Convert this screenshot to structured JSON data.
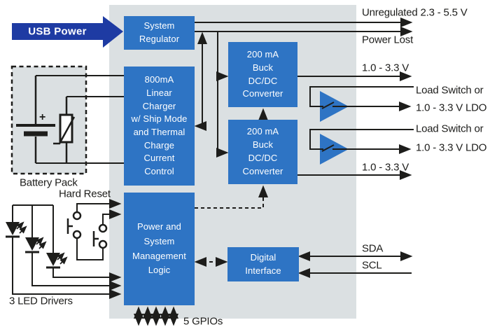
{
  "colors": {
    "block_blue": "#2e74c4",
    "usb_arrow_navy": "#1e3ba3",
    "panel_gray": "#dbe0e2",
    "line_black": "#1d1d1b"
  },
  "blocks": {
    "system_regulator": "System\nRegulator",
    "charger": "800mA\nLinear\nCharger\nw/ Ship Mode\nand Thermal\nCharge\nCurrent\nControl",
    "buck1": "200 mA\nBuck\nDC/DC\nConverter",
    "buck2": "200 mA\nBuck\nDC/DC\nConverter",
    "pm_logic": "Power and\nSystem\nManagement\nLogic",
    "digital_interface": "Digital\nInterface"
  },
  "labels": {
    "usb_power": "USB Power",
    "battery_pack": "Battery Pack",
    "battery_plus": "+",
    "hard_reset": "Hard Reset",
    "led_drivers": "3 LED Drivers",
    "gpios": "5 GPIOs",
    "unregulated": "Unregulated 2.3 - 5.5 V",
    "power_lost": "Power Lost",
    "buck1_out": "1.0 - 3.3 V",
    "buck2_out": "1.0 - 3.3 V",
    "load_switch_1": "Load Switch or",
    "ldo_1": "1.0 - 3.3 V LDO",
    "load_switch_2": "Load Switch or",
    "ldo_2": "1.0 - 3.3 V LDO",
    "sda": "SDA",
    "scl": "SCL"
  }
}
